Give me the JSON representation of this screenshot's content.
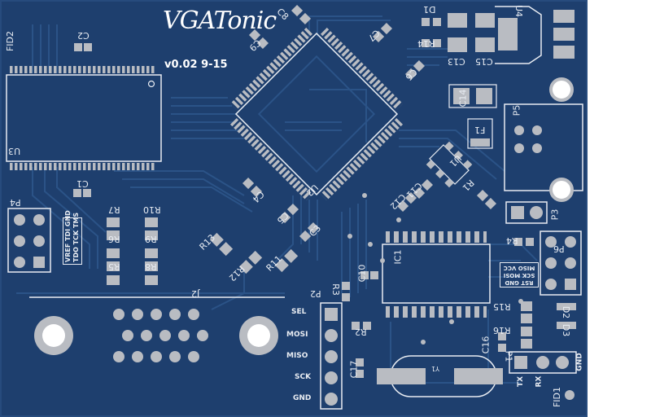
{
  "board": {
    "title": "VGATonic",
    "version": "v0.02 9-15",
    "colors": {
      "board": "#1e3f6e",
      "copper": "#2b5387",
      "pad": "#b9bcc2",
      "silk": "#e8ecf2",
      "hole": "#ffffff"
    }
  },
  "refs": {
    "fid2": "FID2",
    "fid1": "FID1",
    "u3": "U3",
    "u2": "U2",
    "u4": "U4",
    "u1": "U1",
    "ic1": "IC1",
    "j2": "J2",
    "p2": "P2",
    "p3": "P3",
    "p4": "P4",
    "p5": "P5",
    "p6": "P6",
    "y1": "Y1",
    "f1": "F1",
    "d1": "D1",
    "d2": "D2",
    "d3": "D3",
    "c1": "C1",
    "c2": "C2",
    "c3": "C3",
    "c4": "C4",
    "c5": "C5",
    "c6": "C6",
    "c7": "C7",
    "c8": "C8",
    "c9": "C9",
    "c10": "C10",
    "c11": "C11",
    "c12": "C12",
    "c13": "C13",
    "c14": "C14",
    "c15": "C15",
    "c16": "C16",
    "c17": "C17",
    "r1": "R1",
    "r2": "R2",
    "r3": "R3",
    "r4": "R4",
    "r5": "R5",
    "r6": "R6",
    "r7": "R7",
    "r8": "R8",
    "r9": "R9",
    "r10": "R10",
    "r11": "R11",
    "r12": "R12",
    "r13": "R13",
    "r14": "R14",
    "r15": "R15",
    "r16": "R16"
  },
  "jtag_label": {
    "line1": "VREF TDI GND",
    "line2": "TDO TCK TMS"
  },
  "isp_label": {
    "line1": "RST GND",
    "line2": "SCK MOSI",
    "line3": "MISO VCC"
  },
  "p2_pins": [
    "SEL",
    "MOSI",
    "MISO",
    "SCK",
    "GND"
  ],
  "p1_pins": [
    "TX",
    "RX",
    "GND"
  ]
}
